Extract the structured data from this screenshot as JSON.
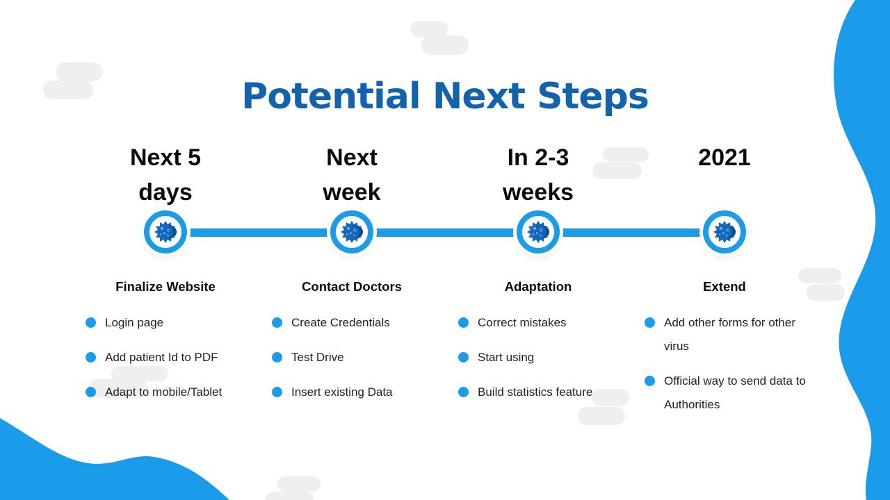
{
  "slide": {
    "title": "Potential Next Steps"
  },
  "milestones": [
    {
      "when": "Next 5 days",
      "when_lines": [
        "Next 5",
        "days"
      ],
      "heading": "Finalize Website",
      "items": [
        "Login page",
        "Add patient Id to PDF",
        "Adapt to mobile/Tablet"
      ]
    },
    {
      "when": "Next week",
      "when_lines": [
        "Next",
        "week"
      ],
      "heading": "Contact Doctors",
      "items": [
        "Create Credentials",
        "Test Drive",
        "Insert existing Data"
      ]
    },
    {
      "when": "In 2-3 weeks",
      "when_lines": [
        "In 2-3",
        "weeks"
      ],
      "heading": "Adaptation",
      "items": [
        "Correct mistakes",
        "Start using",
        "Build statistics feature"
      ]
    },
    {
      "when": "2021",
      "when_lines": [
        "2021"
      ],
      "heading": "Extend",
      "items": [
        "Add other forms for other virus",
        "Official way to send data to Authorities"
      ]
    }
  ],
  "icons": {
    "marker": "virus-icon",
    "bullet": "dot-icon",
    "background": [
      "wave-shape",
      "cloud-shape"
    ]
  },
  "colors": {
    "accent_blue": "#1a9ceb",
    "title_blue": "#1263ae",
    "virus_body_blue": "#1566b8",
    "virus_shade_blue": "#0d4d92",
    "virus_spot_blue": "#5fb0ea",
    "cloud_gray": "#efefef",
    "text_black": "#1b1b1b",
    "background_white": "#ffffff"
  }
}
